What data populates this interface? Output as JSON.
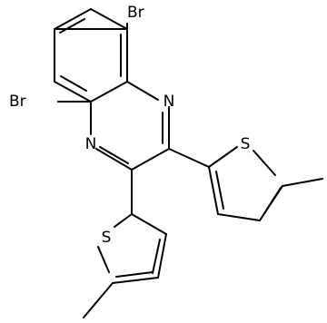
{
  "atoms": {
    "br_top": "Br",
    "br_left": "Br",
    "n_upper": "N",
    "n_lower": "N",
    "s_right": "S",
    "s_lower": "S"
  }
}
